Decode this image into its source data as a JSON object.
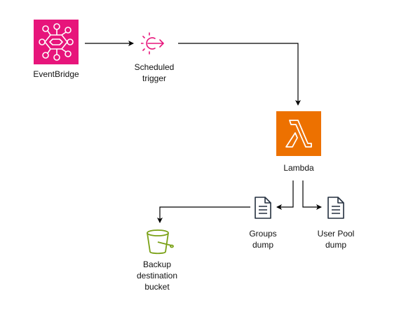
{
  "nodes": {
    "eventbridge": {
      "label": "EventBridge",
      "icon": "eventbridge-icon"
    },
    "scheduled_trigger": {
      "label": "Scheduled\ntrigger",
      "icon": "schedule-trigger-icon"
    },
    "lambda": {
      "label": "Lambda",
      "icon": "lambda-icon"
    },
    "groups_dump": {
      "label": "Groups\ndump",
      "icon": "document-icon"
    },
    "user_pool_dump": {
      "label": "User Pool\ndump",
      "icon": "document-icon"
    },
    "backup_bucket": {
      "label": "Backup\ndestination\nbucket",
      "icon": "s3-bucket-icon"
    }
  },
  "colors": {
    "eventbridge": "#E7157B",
    "lambda": "#ED7100",
    "s3": "#7AA116",
    "document": "#232F3E",
    "edge": "#000000"
  }
}
